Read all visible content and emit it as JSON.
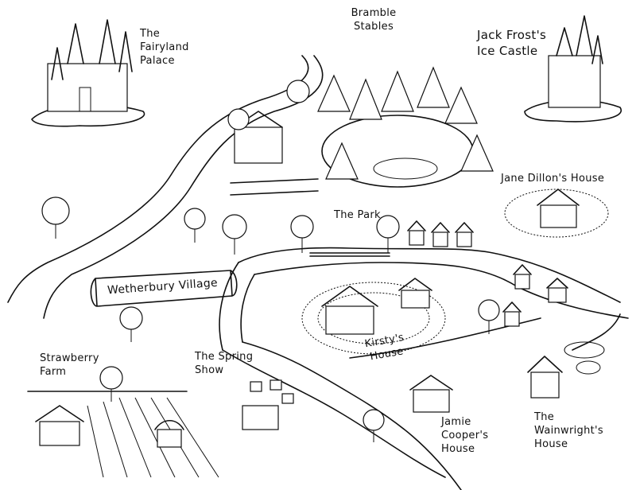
{
  "map": {
    "locations": [
      {
        "id": "fairyland-palace",
        "label": "The Fairyland Palace"
      },
      {
        "id": "bramble-stables",
        "label": "Bramble Stables"
      },
      {
        "id": "ice-castle",
        "label": "Jack Frost's Ice Castle"
      },
      {
        "id": "jane-dillon",
        "label": "Jane Dillon's House"
      },
      {
        "id": "park",
        "label": "The Park"
      },
      {
        "id": "wetherbury",
        "label": "Wetherbury Village"
      },
      {
        "id": "strawberry-farm",
        "label": "Strawberry Farm"
      },
      {
        "id": "spring-show",
        "label": "The Spring Show"
      },
      {
        "id": "kirsty",
        "label": "Kirsty's House"
      },
      {
        "id": "jamie-cooper",
        "label": "Jamie Cooper's House"
      },
      {
        "id": "wainwright",
        "label": "The Wainwright's House"
      }
    ]
  }
}
